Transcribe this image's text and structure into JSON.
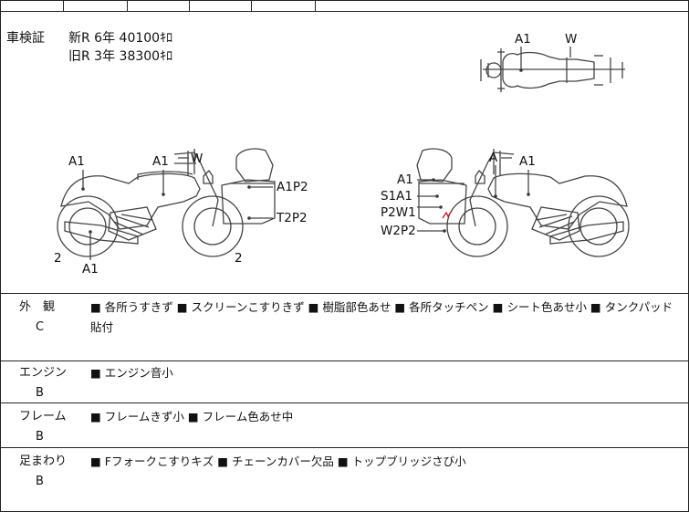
{
  "registration": {
    "label": "車検証",
    "lines": [
      "新R 6年 40100ｷﾛ",
      "旧R 3年 38300ｷﾛ"
    ]
  },
  "diagram": {
    "top_view_labels": [
      "A1",
      "W"
    ],
    "left_side_labels": [
      "A1",
      "A1",
      "W",
      "A1P2",
      "T2P2",
      "2",
      "A1",
      "2"
    ],
    "right_side_labels": [
      "A",
      "A1",
      "A1",
      "S1A1",
      "P2W1",
      "W2P2"
    ]
  },
  "conditions": [
    {
      "name": "外　観",
      "grade": "C",
      "remarks": "■ 各所うすきず ■ スクリーンこすりきず ■ 樹脂部色あせ ■ 各所タッチペン ■ シート色あせ小 ■ タンクパッド貼付"
    },
    {
      "name": "エンジン",
      "grade": "B",
      "remarks": "■ エンジン音小"
    },
    {
      "name": "フレーム",
      "grade": "B",
      "remarks": "■ フレームきず小 ■ フレーム色あせ中"
    },
    {
      "name": "足まわり",
      "grade": "B",
      "remarks": "■ Fフォークこすりキズ ■ チェーンカバー欠品 ■ トップブリッジさび小"
    }
  ]
}
